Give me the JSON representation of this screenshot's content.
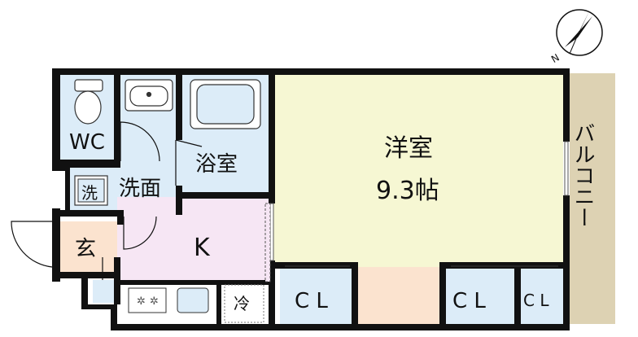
{
  "rooms": {
    "wc": "WC",
    "washroom": "洗面",
    "washer": "洗",
    "bathroom": "浴室",
    "western_room": "洋室",
    "western_room_size": "9.3帖",
    "entrance": "玄",
    "kitchen": "K",
    "fridge": "冷",
    "closet_1": "C L",
    "closet_2": "C L",
    "closet_3": "C L",
    "balcony": "バルコニー"
  },
  "compass": {
    "label": "N"
  },
  "colors": {
    "wall": "#111111",
    "wet_area": "#dcecf8",
    "western_room": "#f6f7d3",
    "entrance": "#fbe3cf",
    "kitchen": "#f6e6f4",
    "closet": "#dcecf8",
    "corridor": "#fbe3cf",
    "balcony": "#ddd2b3"
  }
}
